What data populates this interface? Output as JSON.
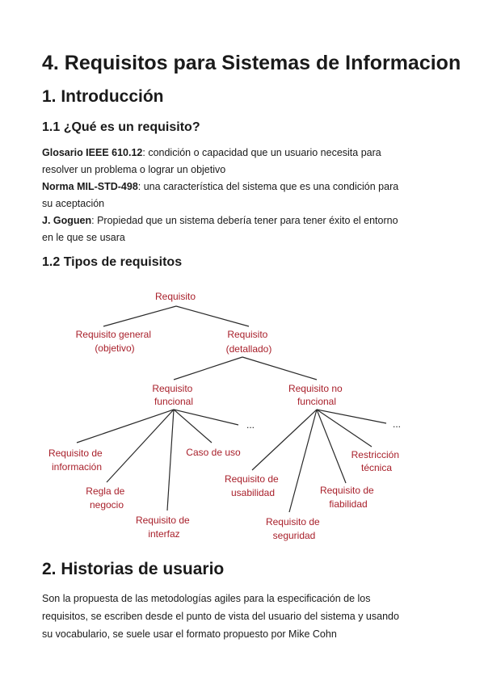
{
  "heading_main": "4. Requisitos para Sistemas de Informacion",
  "section1": {
    "title": "1. Introducción",
    "subsection1": {
      "title": "1.1 ¿Qué es un requisito?",
      "definitions": [
        {
          "term": "Glosario IEEE 610.12",
          "line1": ": condición o capacidad que un usuario necesita para",
          "line2": "resolver un problema o lograr un objetivo"
        },
        {
          "term": "Norma MIL-STD-498",
          "line1": ": una característica del sistema que es una condición para",
          "line2": "su aceptación"
        },
        {
          "term": "J. Goguen",
          "line1": ": Propiedad que un sistema debería tener para tener éxito el entorno",
          "line2": "en le que se usara"
        }
      ]
    },
    "subsection2": {
      "title": "1.2 Tipos de requisitos",
      "diagram": {
        "root": "Requisito",
        "general": [
          "Requisito general",
          "(objetivo)"
        ],
        "detallado": [
          "Requisito",
          "(detallado)"
        ],
        "funcional": [
          "Requisito",
          "funcional"
        ],
        "no_funcional": [
          "Requisito no",
          "funcional"
        ],
        "informacion": [
          "Requisito de",
          "información"
        ],
        "negocio": [
          "Regla de",
          "negocio"
        ],
        "interfaz": [
          "Requisito de",
          "interfaz"
        ],
        "caso_uso": "Caso de uso",
        "usabilidad": [
          "Requisito de",
          "usabilidad"
        ],
        "seguridad": [
          "Requisito de",
          "seguridad"
        ],
        "fiabilidad": [
          "Requisito de",
          "fiabilidad"
        ],
        "restriccion": [
          "Restricción",
          "técnica"
        ],
        "ellipsis": "..."
      }
    }
  },
  "section2": {
    "title": "2. Historias de usuario",
    "paragraph": [
      "Son la propuesta de las metodologías agiles para la especificación de los",
      "requisitos, se escriben desde el punto de vista del usuario del sistema y usando",
      "su vocabulario, se suele usar el formato propuesto por Mike Cohn"
    ]
  }
}
